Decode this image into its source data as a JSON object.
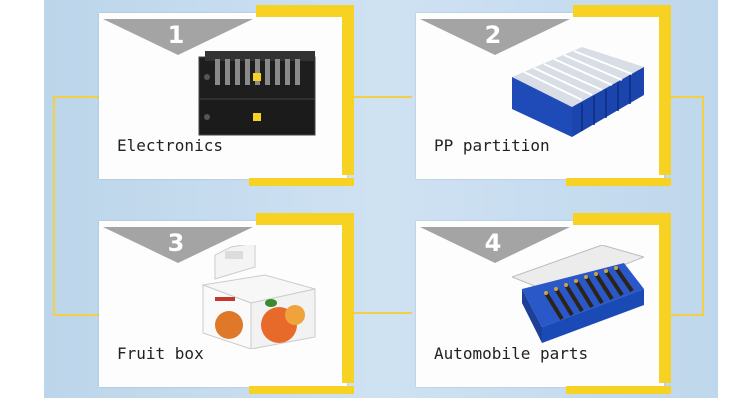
{
  "cards": [
    {
      "number": "1",
      "label": "Electronics",
      "icon": "black-battery-crate-icon"
    },
    {
      "number": "2",
      "label": "PP partition",
      "icon": "blue-partition-tray-icon"
    },
    {
      "number": "3",
      "label": "Fruit box",
      "icon": "fruit-box-icon"
    },
    {
      "number": "4",
      "label": "Automobile parts",
      "icon": "auto-parts-case-icon"
    }
  ],
  "colors": {
    "accent": "#f8d223",
    "tab": "#a4a4a4",
    "background": "#c7dcef"
  }
}
